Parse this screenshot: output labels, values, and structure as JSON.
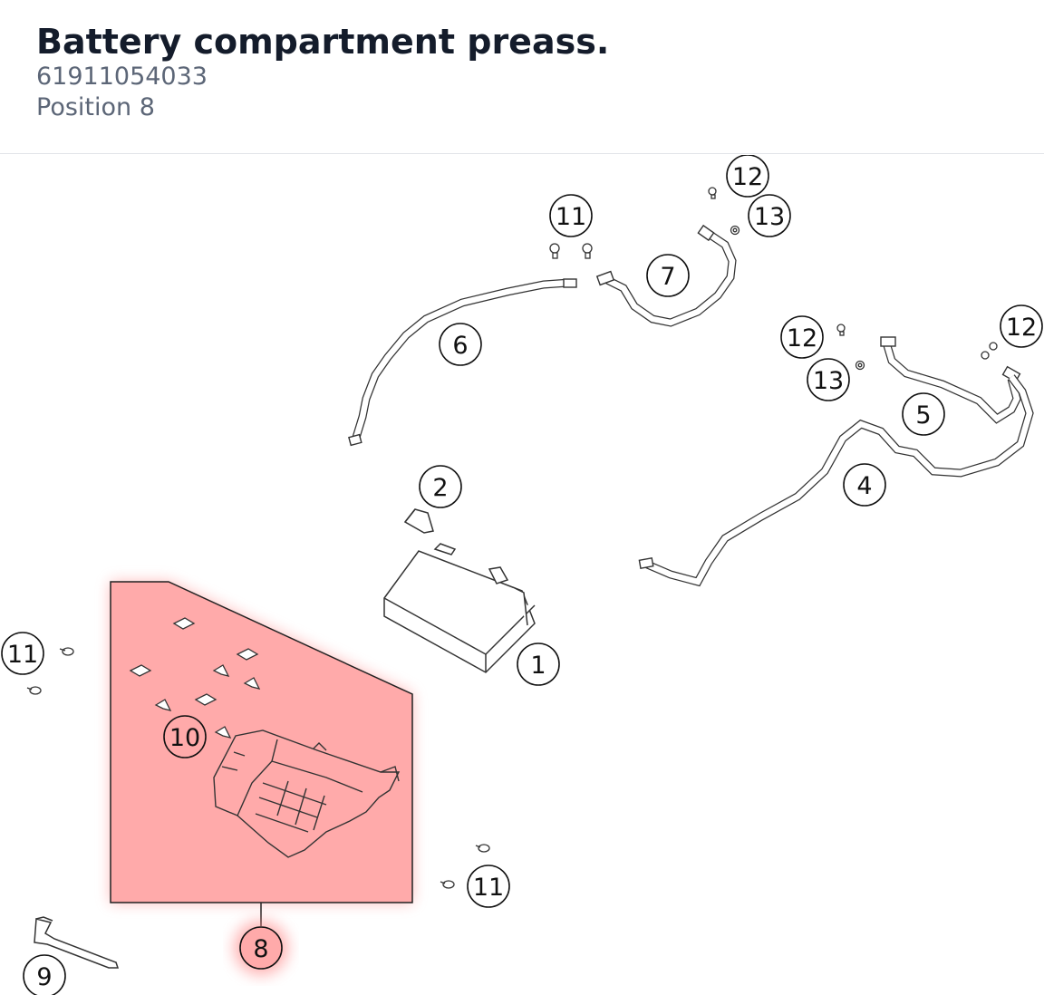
{
  "header": {
    "title": "Battery compartment preass.",
    "part_number": "61911054033",
    "position": "Position 8"
  },
  "diagram": {
    "highlight_color": "#ff8080",
    "callouts": [
      {
        "id": "c12a",
        "label": "12"
      },
      {
        "id": "c13a",
        "label": "13"
      },
      {
        "id": "c11a",
        "label": "11"
      },
      {
        "id": "c7",
        "label": "7"
      },
      {
        "id": "c6",
        "label": "6"
      },
      {
        "id": "c12b",
        "label": "12"
      },
      {
        "id": "c12c",
        "label": "12"
      },
      {
        "id": "c13b",
        "label": "13"
      },
      {
        "id": "c5",
        "label": "5"
      },
      {
        "id": "c4",
        "label": "4"
      },
      {
        "id": "c2",
        "label": "2"
      },
      {
        "id": "c1",
        "label": "1"
      },
      {
        "id": "c11b",
        "label": "11"
      },
      {
        "id": "c10",
        "label": "10"
      },
      {
        "id": "c11c",
        "label": "11"
      },
      {
        "id": "c8",
        "label": "8"
      },
      {
        "id": "c9",
        "label": "9"
      }
    ]
  }
}
